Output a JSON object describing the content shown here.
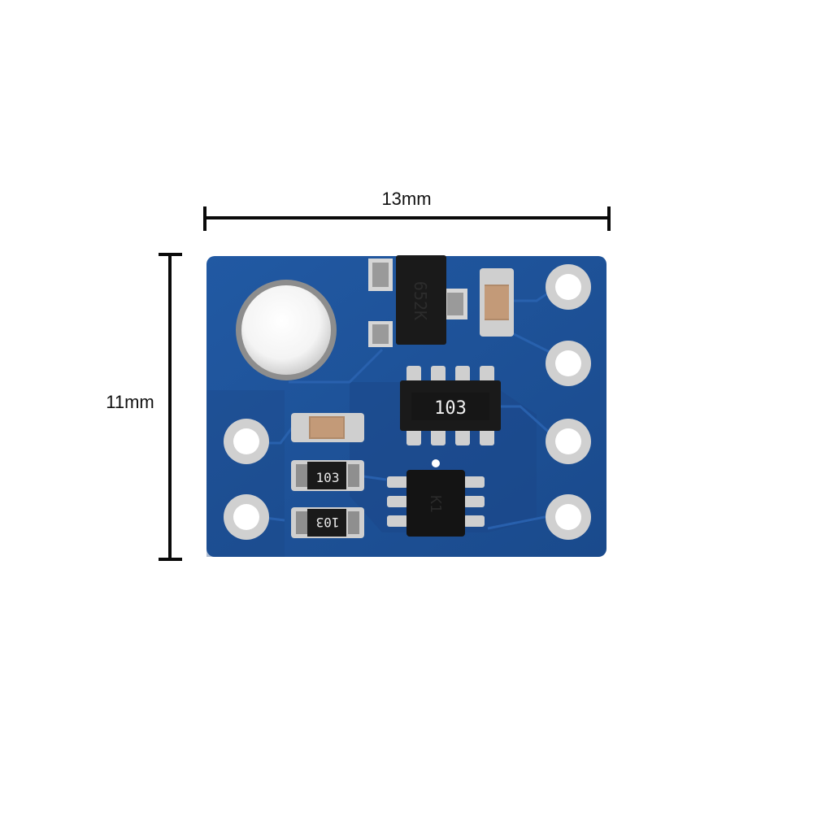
{
  "dimensions": {
    "width_label": "13mm",
    "height_label": "11mm"
  },
  "board": {
    "resistor_array_marking": "103",
    "resistor_top_marking": "103",
    "resistor_bottom_marking": "103",
    "transistor_marking": "652K",
    "ic_marking": "K1"
  },
  "colors": {
    "pcb": "#1d4e93",
    "pcb_dark": "#174078",
    "pad": "#c9c9c9",
    "chip": "#1a1a1a",
    "dimension_line": "#0a0a0a"
  }
}
